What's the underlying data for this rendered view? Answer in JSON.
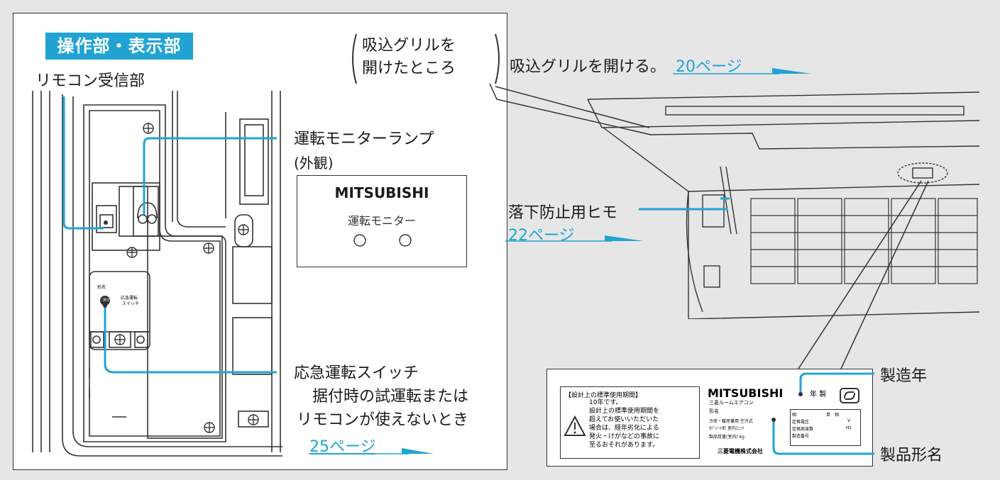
{
  "left_panel": {
    "badge": "操作部・表示部",
    "remote_receiver": "リモコン受信部",
    "grille_note_line1": "吸込グリルを",
    "grille_note_line2": "開けたところ",
    "monitor_lamp": "運転モニターランプ",
    "appearance": "(外観)",
    "monitor_brand": "MITSUBISHI",
    "monitor_text": "運転モニター",
    "emergency_switch": "応急運転スイッチ",
    "emergency_desc_line1": "据付時の試運転または",
    "emergency_desc_line2": "リモコンが使えないとき",
    "emergency_link": "25ページ",
    "model_small": "形名",
    "switch_btn": "押す",
    "switch_label_line1": "応急運転",
    "switch_label_line2": "スイッチ"
  },
  "right_panel": {
    "open_grille": "吸込グリルを開ける。",
    "open_grille_link": "20ページ",
    "fall_prevention": "落下防止用ヒモ",
    "fall_link": "22ページ",
    "manufacture_year": "製造年",
    "product_model": "製品形名"
  },
  "nameplate": {
    "warning_title": "【設計上の標準使用期間】",
    "warning_lines": [
      "10年です。",
      "設計上の標準使用期間を",
      "超えてお使いいただいた",
      "場合は、経年劣化による",
      "発火・けがなどの事故に",
      "至るおそれがあります。"
    ],
    "brand": "MITSUBISHI",
    "brand_sub": "三菱ルームエアコン",
    "model_label": "形名",
    "row1": "冷房・暖房兼用  空冷式",
    "row2": "ｾﾊﾟﾚｰﾄ形 室内ﾕﾆｯﾄ",
    "row3": "製品質量(室内)      kg",
    "maker": "三菱電機株式会社",
    "year_label": "年 製",
    "table_h1": "相",
    "table_h2": "単　相",
    "table_r1": "定格電圧",
    "table_r1v": "V",
    "table_r2": "定格周波数",
    "table_r2v": "Hz",
    "table_r3": "製造番号"
  },
  "colors": {
    "accent": "#21a4d4",
    "line": "#333333"
  }
}
